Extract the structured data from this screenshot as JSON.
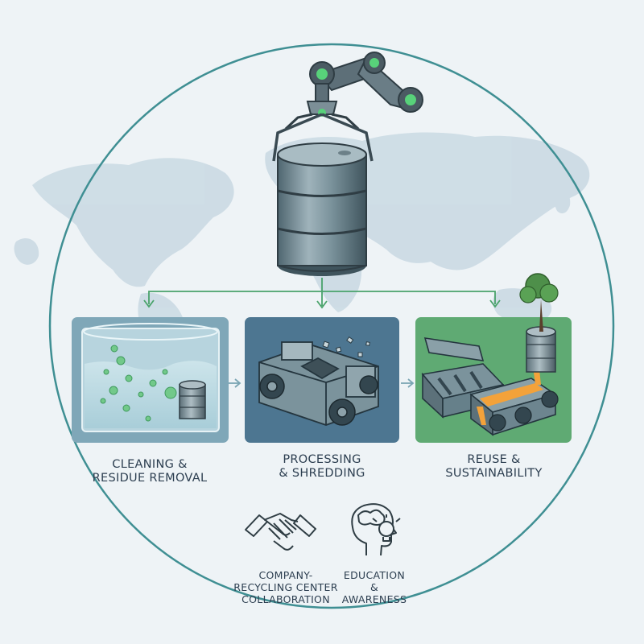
{
  "colors": {
    "background": "#eef3f6",
    "circle": "#3f8f93",
    "map": "#c9d9e3",
    "arrow_green": "#4aa36b",
    "panel_cleaning": "#7fa7b8",
    "panel_processing": "#4d7691",
    "panel_reuse": "#5faa73",
    "barrel": "#6f8791",
    "accent_green": "#58d27a",
    "molten_orange": "#f3a23a"
  },
  "icons": {
    "robot_arm": "robotic-arm-icon",
    "barrel": "oil-barrel-icon",
    "handshake": "handshake-icon",
    "education": "head-lightbulb-icon",
    "tree": "tree-icon"
  },
  "steps": [
    {
      "lines": [
        "CLEANING &",
        "RESIDUE REMOVAL"
      ]
    },
    {
      "lines": [
        "PROCESSING",
        "& SHREDDING"
      ]
    },
    {
      "lines": [
        "REUSE &",
        "SUSTAINABILITY"
      ]
    }
  ],
  "bottom_items": [
    {
      "lines": [
        "COMPANY-",
        "RECYCLING CENTER",
        "COLLABORATION"
      ]
    },
    {
      "lines": [
        "EDUCATION",
        "&",
        "AWARENESS"
      ]
    }
  ]
}
